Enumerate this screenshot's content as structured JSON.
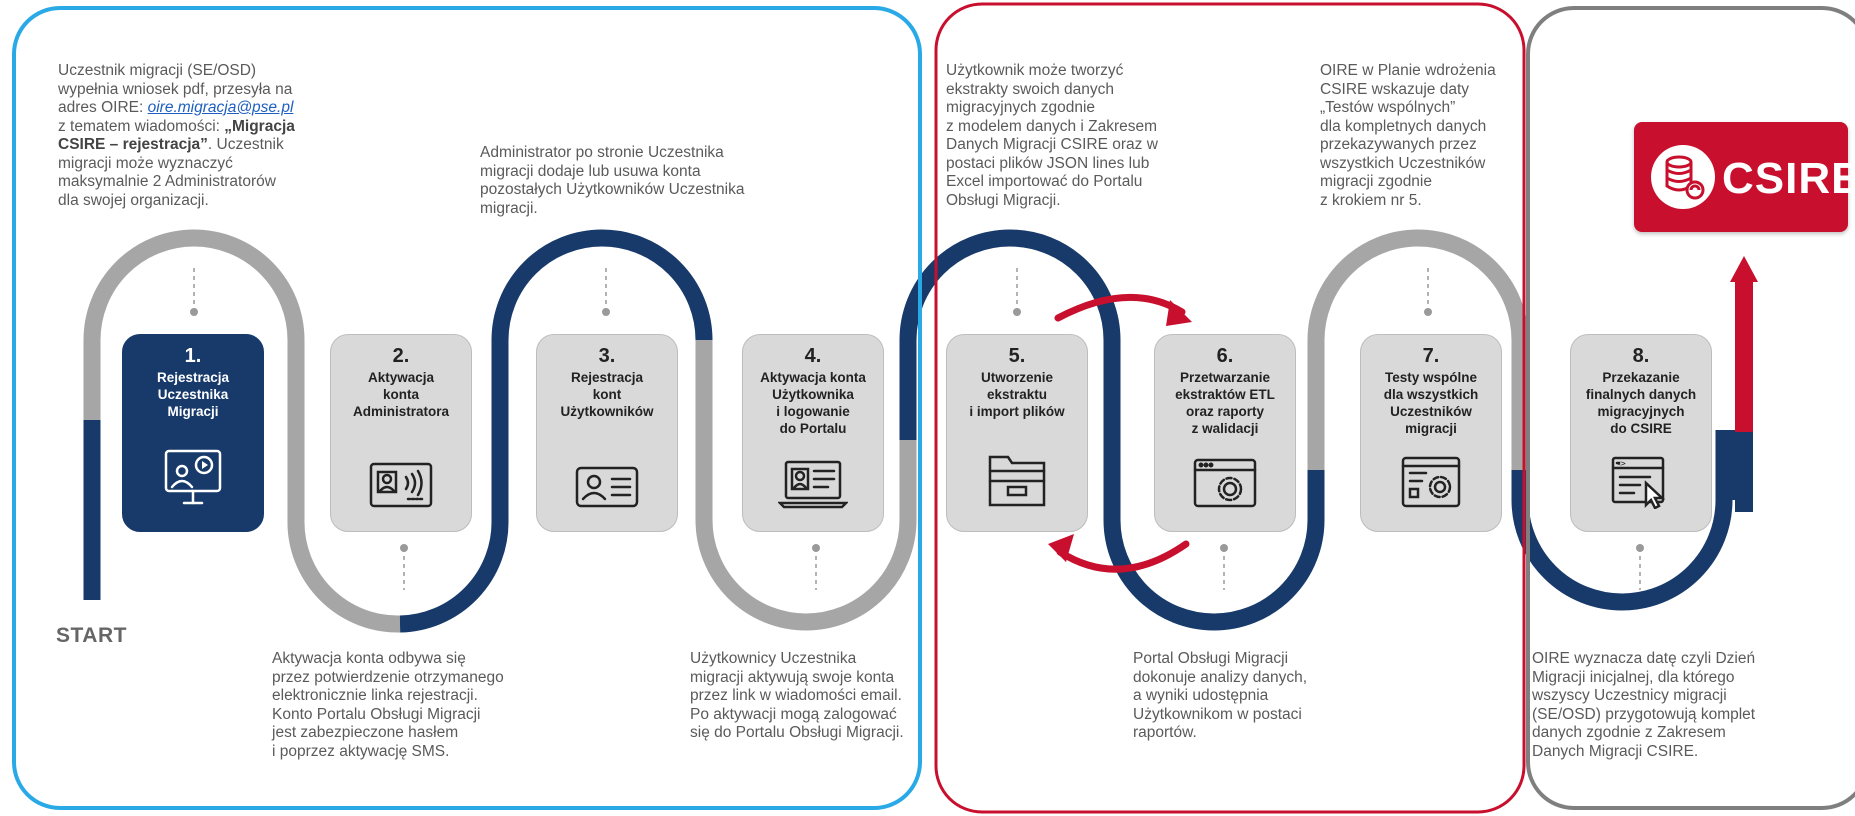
{
  "start_label": "START",
  "logo": {
    "text": "CSIRE",
    "icon": "database-sync-icon",
    "color": "#c8102e"
  },
  "colors": {
    "frame_blue": "#29a9e6",
    "frame_red": "#c8102e",
    "frame_gray": "#7f7f7f",
    "navy": "#173a6b",
    "gray": "#a6a6a6",
    "arrow_red": "#c8102e"
  },
  "steps": [
    {
      "num": "1.",
      "title": "Rejestracja\nUczestnika\nMigracji",
      "icon": "video-call-icon"
    },
    {
      "num": "2.",
      "title": "Aktywacja\nkonta\nAdministratora",
      "icon": "id-card-contactless-icon"
    },
    {
      "num": "3.",
      "title": "Rejestracja\nkont\nUżytkowników",
      "icon": "user-card-icon"
    },
    {
      "num": "4.",
      "title": "Aktywacja konta\nUżytkownika\ni logowanie\ndo Portalu",
      "icon": "laptop-profile-icon"
    },
    {
      "num": "5.",
      "title": "Utworzenie\nekstraktu\ni import plików",
      "icon": "file-cabinet-icon"
    },
    {
      "num": "6.",
      "title": "Przetwarzanie\nekstraktów ETL\noraz raporty\nz walidacji",
      "icon": "browser-settings-icon"
    },
    {
      "num": "7.",
      "title": "Testy wspólne\ndla wszystkich\nUczestników\nmigracji",
      "icon": "checklist-settings-icon"
    },
    {
      "num": "8.",
      "title": "Przekazanie\nfinalnych danych\nmigracyjnych\ndo CSIRE",
      "icon": "code-window-cursor-icon"
    }
  ],
  "texts": {
    "t1_part1": "Uczestnik migracji (SE/OSD)\nwypełnia wniosek pdf, przesyła na\nadres OIRE: ",
    "t1_email": "oire.migracja@pse.pl",
    "t1_part2": "\nz tematem wiadomości: ",
    "t1_bold": "„Migracja\nCSIRE – rejestracja”",
    "t1_part3": ". Uczestnik\nmigracji może wyznaczyć\nmaksymalnie 2 Administratorów\ndla swojej organizacji.",
    "t2": "Aktywacja konta odbywa się\nprzez potwierdzenie otrzymanego\nelektronicznie linka rejestracji.\nKonto Portalu Obsługi Migracji\njest zabezpieczone hasłem\ni poprzez  aktywację SMS.",
    "t3": "Administrator po stronie Uczestnika\nmigracji dodaje lub usuwa konta\npozostałych Użytkowników Uczestnika\nmigracji.",
    "t4": "Użytkownicy Uczestnika\nmigracji aktywują swoje konta\nprzez link w wiadomości email.\nPo aktywacji mogą zalogować\nsię do Portalu Obsługi Migracji.",
    "t5": "Użytkownik może tworzyć\nekstrakty swoich danych\nmigracyjnych zgodnie\n z modelem danych i Zakresem\nDanych Migracji CSIRE oraz w\npostaci plików JSON lines lub\nExcel  importować do Portalu\nObsługi Migracji.",
    "t6": "Portal Obsługi Migracji\ndokonuje analizy danych,\na wyniki udostępnia\nUżytkownikom w postaci\nraportów.",
    "t7": "OIRE w Planie wdrożenia\nCSIRE wskazuje daty\n„Testów wspólnych”\ndla kompletnych danych\nprzekazywanych przez\nwszystkich Uczestników\nmigracji zgodnie\nz krokiem nr 5.",
    "t8": "OIRE wyznacza datę czyli Dzień\nMigracji inicjalnej, dla którego\nwszyscy Uczestnicy migracji\n(SE/OSD) przygotowują komplet\ndanych zgodnie z Zakresem\nDanych Migracji CSIRE."
  }
}
